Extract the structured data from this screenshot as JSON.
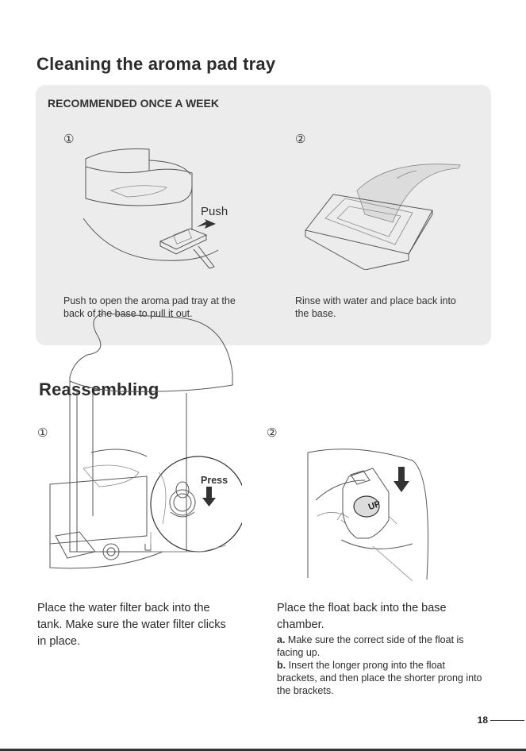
{
  "section1": {
    "title": "Cleaning the aroma pad tray",
    "frequency": "RECOMMENDED ONCE A WEEK",
    "steps": [
      {
        "number": "①",
        "push_label": "Push",
        "caption": "Push to open the aroma pad tray at the back of the base to pull it out."
      },
      {
        "number": "②",
        "caption": "Rinse with water and place back into the base."
      }
    ]
  },
  "section2": {
    "title": "Reassembling",
    "steps": [
      {
        "number": "①",
        "press_label": "Press",
        "caption": "Place the water filter back into the tank. Make sure the water filter clicks in place."
      },
      {
        "number": "②",
        "up_label": "UP",
        "caption": "Place the float back into the base chamber.",
        "notes": [
          {
            "marker": "a.",
            "text": "Make sure the correct side  of the float is facing up."
          },
          {
            "marker": "b.",
            "text": "Insert the longer prong into the float brackets, and then place the shorter prong into the brackets."
          }
        ]
      }
    ]
  },
  "page_number": "18"
}
